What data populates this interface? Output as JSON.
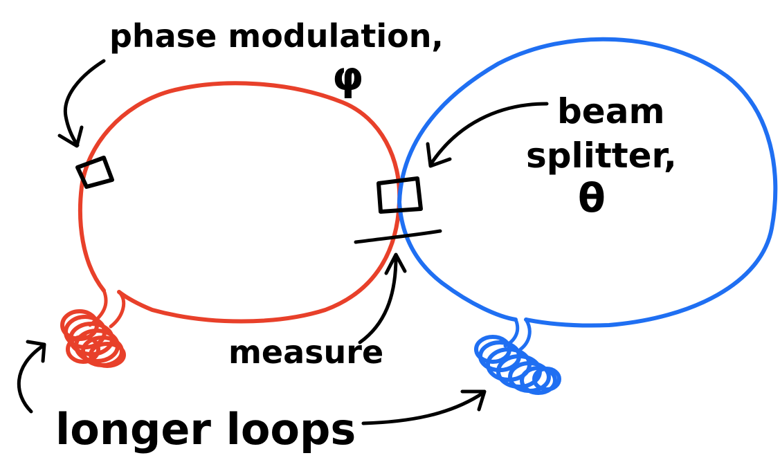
{
  "colors": {
    "ink": "#000000",
    "left_loop": "#e8402a",
    "right_loop": "#1f6ff2",
    "background": "#ffffff"
  },
  "labels": {
    "phase_modulation": "phase modulation,",
    "phase_symbol": "φ",
    "beam_splitter_line1": "beam",
    "beam_splitter_line2": "splitter,",
    "beam_splitter_symbol": "θ",
    "measure": "measure",
    "longer_loops": "longer loops"
  },
  "elements": {
    "left_loop": "red loop",
    "right_loop": "blue loop",
    "phase_modulator": "square",
    "beam_splitter": "square",
    "detector": "line",
    "left_coil": "red coil",
    "right_coil": "blue coil"
  }
}
